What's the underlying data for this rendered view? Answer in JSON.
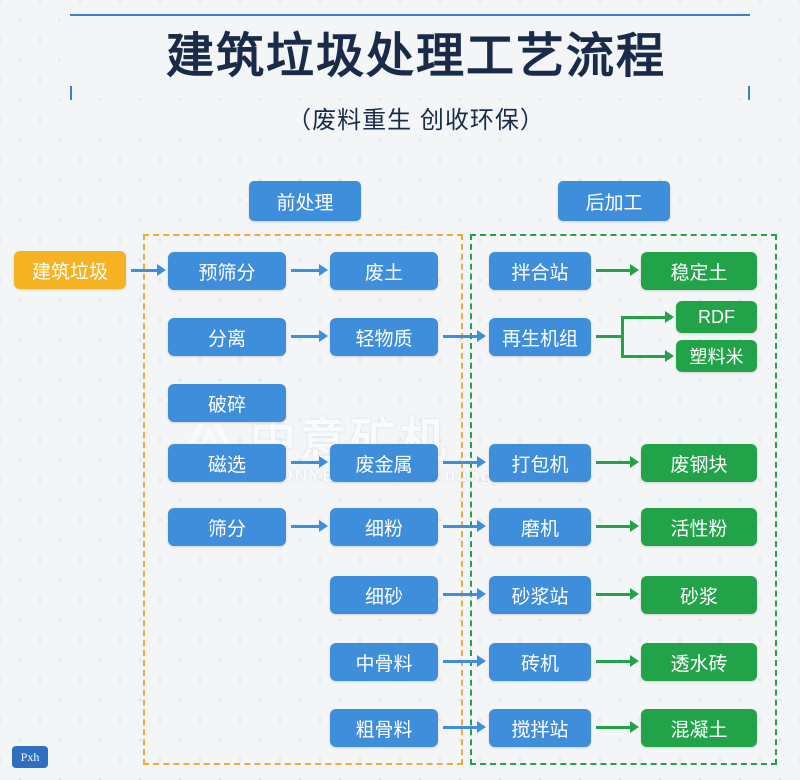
{
  "header": {
    "title": "建筑垃圾处理工艺流程",
    "subtitle": "（废料重生  创收环保）"
  },
  "watermark": {
    "main": "中意矿机",
    "sub": "ZOONYE  ZhongYi Kuangji"
  },
  "logo": {
    "label": "Pxh"
  },
  "groups": {
    "pre": {
      "label": "前处理",
      "color": "#f0a93b"
    },
    "post": {
      "label": "后加工",
      "color": "#22a34a"
    }
  },
  "colors": {
    "blue": "#3f8edc",
    "green": "#22a34a",
    "orange": "#f5b324",
    "frame": "#3f7fd0"
  },
  "nodes": {
    "input": {
      "label": "建筑垃圾"
    },
    "col1": [
      {
        "label": "预筛分"
      },
      {
        "label": "分离"
      },
      {
        "label": "破碎"
      },
      {
        "label": "磁选"
      },
      {
        "label": "筛分"
      }
    ],
    "col2": [
      {
        "label": "废土"
      },
      {
        "label": "轻物质"
      },
      {
        "label": "废金属"
      },
      {
        "label": "细粉"
      },
      {
        "label": "细砂"
      },
      {
        "label": "中骨料"
      },
      {
        "label": "粗骨料"
      }
    ],
    "col3": [
      {
        "label": "拌合站"
      },
      {
        "label": "再生机组"
      },
      {
        "label": "打包机"
      },
      {
        "label": "磨机"
      },
      {
        "label": "砂浆站"
      },
      {
        "label": "砖机"
      },
      {
        "label": "搅拌站"
      }
    ],
    "col4": [
      {
        "label": "稳定土"
      },
      {
        "label": "RDF"
      },
      {
        "label": "塑料米"
      },
      {
        "label": "废钢块"
      },
      {
        "label": "活性粉"
      },
      {
        "label": "砂浆"
      },
      {
        "label": "透水砖"
      },
      {
        "label": "混凝土"
      }
    ]
  }
}
